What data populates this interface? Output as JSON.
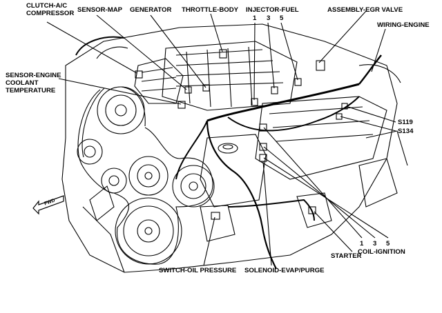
{
  "labels": {
    "clutch": "CLUTCH-A/C\nCOMPRESSOR",
    "sensor_map": "SENSOR-MAP",
    "generator": "GENERATOR",
    "throttle_body": "THROTTLE-BODY",
    "injector_fuel": "INJECTOR-FUEL",
    "assembly_egr": "ASSEMBLY-EGR VALVE",
    "wiring_engine": "WIRING-ENGINE",
    "coolant_temp": "SENSOR-ENGINE\nCOOLANT\nTEMPERATURE",
    "s119": "S119",
    "s134": "S134",
    "starter": "STARTER",
    "coil_ignition": "COIL-IGNITION",
    "switch_oil": "SWITCH-OIL PRESSURE",
    "solenoid_evap": "SOLENOID-EVAP/PURGE",
    "fwd": "FWD"
  },
  "injector_numbers": [
    "1",
    "3",
    "5"
  ],
  "coil_numbers": [
    "1",
    "3",
    "5"
  ]
}
